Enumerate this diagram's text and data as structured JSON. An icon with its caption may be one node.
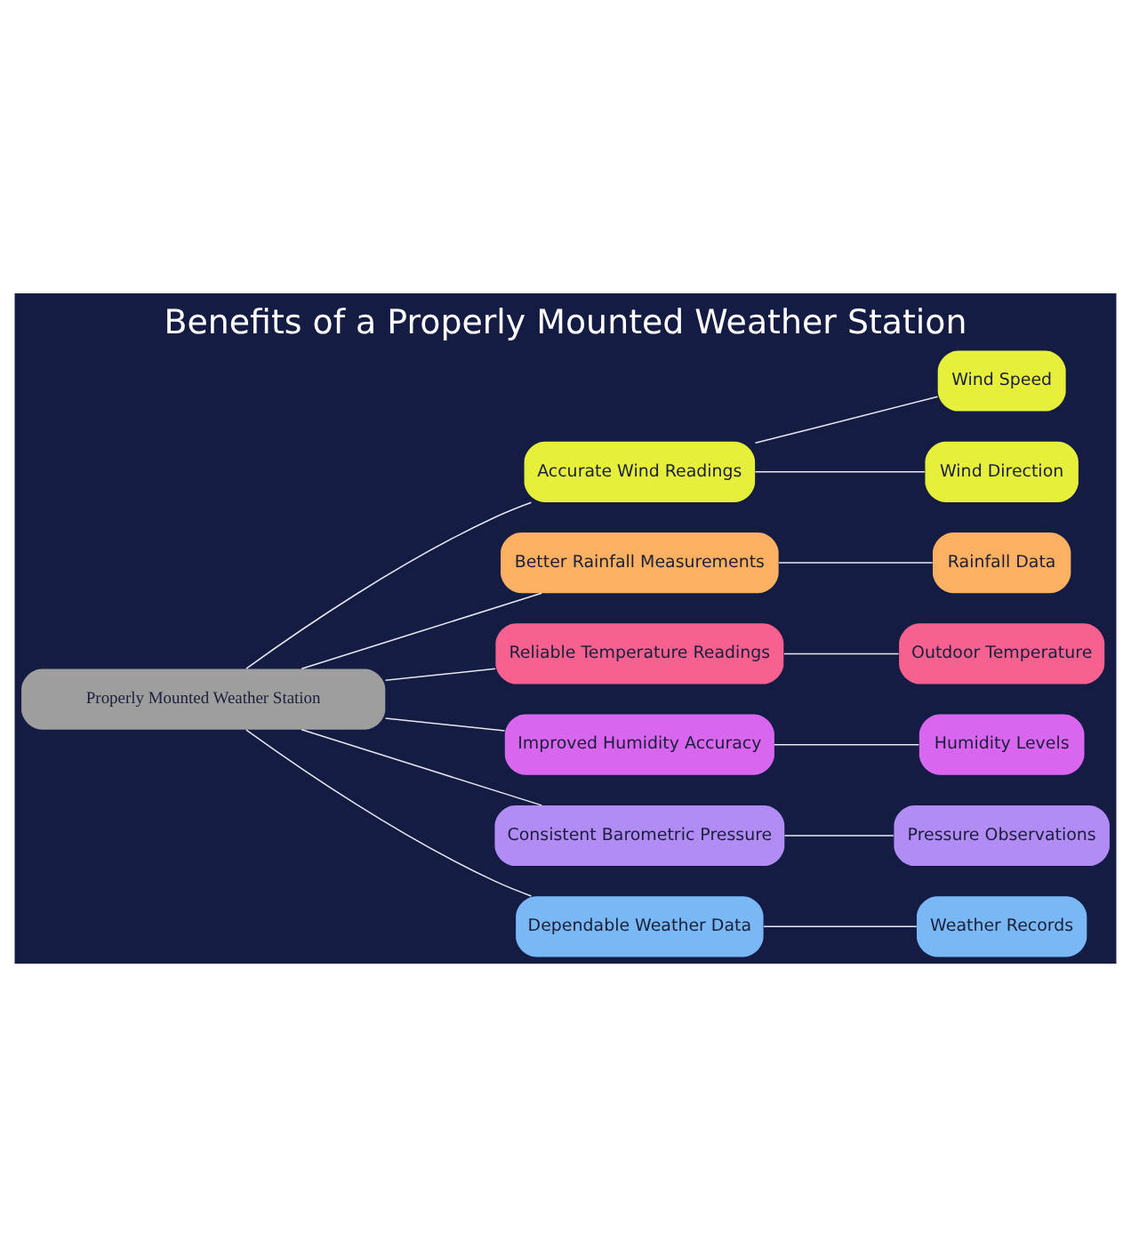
{
  "diagram": {
    "title": "Benefits of a Properly Mounted Weather Station",
    "nodes": [
      {
        "text": [
          "Properly Mounted Weather Station"
        ]
      },
      {
        "text": [
          "Accurate Wind Readings"
        ]
      },
      {
        "text": [
          "Wind Speed"
        ]
      },
      {
        "text": [
          "Wind Direction"
        ]
      },
      {
        "text": [
          "Better Rainfall Measurements"
        ]
      },
      {
        "text": [
          "Rainfall Data"
        ]
      },
      {
        "text": [
          "Reliable Temperature Readings"
        ]
      },
      {
        "text": [
          "Outdoor Temperature"
        ]
      },
      {
        "text": [
          "Improved Humidity Accuracy"
        ]
      },
      {
        "text": [
          "Humidity Levels"
        ]
      },
      {
        "text": [
          "Consistent Barometric Pressure"
        ]
      },
      {
        "text": [
          "Pressure Observations"
        ]
      },
      {
        "text": [
          "Dependable Weather Data"
        ]
      },
      {
        "text": [
          "Weather Records"
        ]
      }
    ],
    "edges": [
      {
        "from": 0,
        "to": 1,
        "arrow": "none"
      },
      {
        "from": 1,
        "to": 2,
        "arrow": "none"
      },
      {
        "from": 1,
        "to": 3,
        "arrow": "none"
      },
      {
        "from": 0,
        "to": 4,
        "arrow": "none"
      },
      {
        "from": 4,
        "to": 5,
        "arrow": "none"
      },
      {
        "from": 0,
        "to": 6,
        "arrow": "none"
      },
      {
        "from": 6,
        "to": 7,
        "arrow": "none"
      },
      {
        "from": 0,
        "to": 8,
        "arrow": "none"
      },
      {
        "from": 8,
        "to": 9,
        "arrow": "none"
      },
      {
        "from": 0,
        "to": 10,
        "arrow": "none"
      },
      {
        "from": 10,
        "to": 11,
        "arrow": "none"
      },
      {
        "from": 0,
        "to": 12,
        "arrow": "none"
      },
      {
        "from": 12,
        "to": 13,
        "arrow": "none"
      }
    ]
  }
}
